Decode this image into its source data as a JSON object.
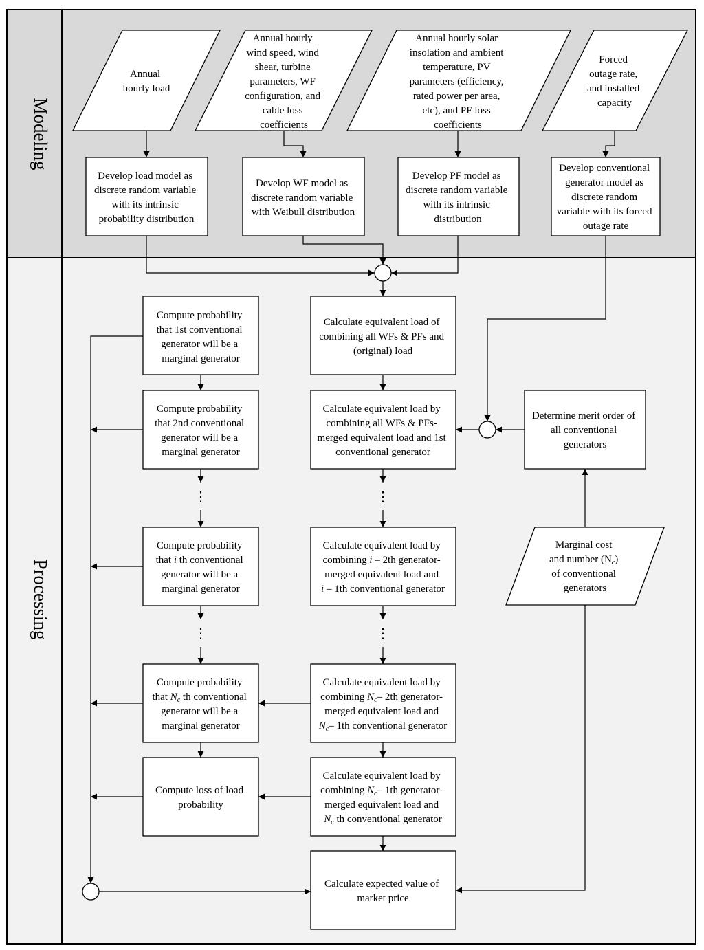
{
  "lanes": {
    "modeling": "Modeling",
    "processing": "Processing"
  },
  "inputs": {
    "load": [
      "Annual",
      "hourly load"
    ],
    "wind": [
      "Annual hourly",
      "wind speed, wind",
      "shear, turbine",
      "parameters, WF",
      "configuration, and",
      "cable loss",
      "coefficients"
    ],
    "solar": [
      "Annual hourly solar",
      "insolation and ambient",
      "temperature, PV",
      "parameters (efficiency,",
      "rated power per area,",
      "etc), and PF loss",
      "coefficients"
    ],
    "outage": [
      "Forced",
      "outage rate,",
      "and installed",
      "capacity"
    ],
    "marginal": [
      "Marginal cost",
      "and number (N",
      "c",
      ")",
      "of  conventional",
      "generators"
    ]
  },
  "models": {
    "load": [
      "Develop load model as",
      "discrete random variable",
      "with its intrinsic",
      "probability distribution"
    ],
    "wf": [
      "Develop WF model as",
      "discrete random variable",
      "with Weibull distribution"
    ],
    "pf": [
      "Develop PF model as",
      "discrete random variable",
      "with its intrinsic",
      "distribution"
    ],
    "conv": [
      "Develop conventional",
      "generator model as",
      "discrete random",
      "variable with its forced",
      "outage rate"
    ]
  },
  "probability": {
    "p1": [
      "Compute probability",
      "that 1st conventional",
      "generator will be a",
      "marginal generator"
    ],
    "p2": [
      "Compute probability",
      "that 2nd conventional",
      "generator will be a",
      "marginal generator"
    ],
    "pi": [
      "Compute probability",
      "that ",
      "i",
      " th conventional",
      "generator will be a",
      "marginal generator"
    ],
    "pn": [
      "Compute probability",
      "that ",
      "N",
      "c",
      " th conventional",
      "generator will be a",
      "marginal generator"
    ],
    "lolp": [
      "Compute loss of load",
      "probability"
    ]
  },
  "equivalent": {
    "e1": [
      "Calculate equivalent load of",
      "combining all WFs & PFs and",
      "(original) load"
    ],
    "e2": [
      "Calculate equivalent load by",
      "combining all WFs & PFs-",
      "merged equivalent load and 1st",
      "conventional generator"
    ],
    "ei": [
      "Calculate equivalent load by",
      "combining ",
      "i",
      " – 2th generator-",
      "merged equivalent load and",
      "i",
      " – 1th conventional generator"
    ],
    "en1": [
      "Calculate equivalent load by",
      "combining ",
      "N",
      "c",
      "– 2th generator-",
      "merged equivalent load and",
      "N",
      "c",
      "– 1th conventional generator"
    ],
    "en": [
      "Calculate equivalent load by",
      "combining ",
      "N",
      "c",
      "– 1th generator-",
      "merged equivalent load and",
      "N",
      "c",
      " th conventional generator"
    ]
  },
  "merit": [
    "Determine merit order of",
    "all conventional",
    "generators"
  ],
  "expected": [
    "Calculate expected value of",
    "market price"
  ],
  "ellipsis": "⋮",
  "colors": {
    "modeling_bg": "#d9d9d9",
    "processing_bg": "#f2f2f2",
    "stroke": "#000000"
  }
}
